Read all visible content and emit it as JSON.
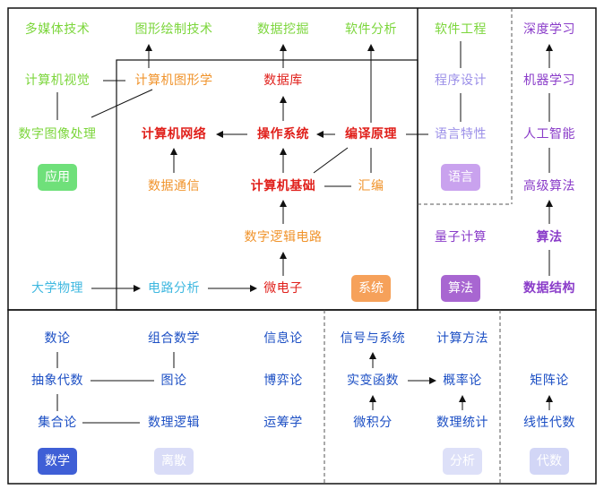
{
  "colors": {
    "application": "#7cd63c",
    "system_light": "#f0932b",
    "system_core": "#e0201b",
    "physics": "#3fb8e0",
    "algorithm": "#8a3cc9",
    "language": "#9b8fe8",
    "math": "#1c4fc4",
    "badge_app": "#6fe07a",
    "badge_system": "#f6a15a",
    "badge_language": "#c9a2ee",
    "badge_algorithm": "#a866d1",
    "badge_math": "#3f5fd6",
    "badge_discrete": "#d9dcf7",
    "badge_analysis": "#dde0f8",
    "badge_linear": "#d2d6f6"
  },
  "nodes": {
    "multimedia": "多媒体技术",
    "graphics_tech": "图形绘制技术",
    "data_mining": "数据挖掘",
    "software_analysis": "软件分析",
    "software_eng": "软件工程",
    "deep_learning": "深度学习",
    "computer_vision": "计算机视觉",
    "computer_graphics": "计算机图形学",
    "database": "数据库",
    "program_design": "程序设计",
    "machine_learning": "机器学习",
    "digital_image": "数字图像处理",
    "computer_network": "计算机网络",
    "operating_system": "操作系统",
    "compiler": "编译原理",
    "language_feature": "语言特性",
    "ai": "人工智能",
    "data_comm": "数据通信",
    "computer_basics": "计算机基础",
    "assembly": "汇编",
    "advanced_algo": "高级算法",
    "digital_logic": "数字逻辑电路",
    "quantum": "量子计算",
    "algorithm": "算法",
    "physics": "大学物理",
    "circuit": "电路分析",
    "microelectronics": "微电子",
    "data_structure": "数据结构",
    "number_theory": "数论",
    "combinatorics": "组合数学",
    "info_theory": "信息论",
    "signals": "信号与系统",
    "computing_methods": "计算方法",
    "abstract_algebra": "抽象代数",
    "graph_theory": "图论",
    "game_theory": "博弈论",
    "real_analysis": "实变函数",
    "probability": "概率论",
    "matrix_theory": "矩阵论",
    "set_theory": "集合论",
    "math_logic": "数理逻辑",
    "operations_research": "运筹学",
    "calculus": "微积分",
    "statistics": "数理统计",
    "linear_algebra": "线性代数"
  },
  "badges": {
    "application": "应用",
    "system": "系统",
    "language": "语言",
    "algorithm": "算法",
    "math": "数学",
    "discrete": "离散",
    "analysis": "分析",
    "linear": "代数"
  }
}
